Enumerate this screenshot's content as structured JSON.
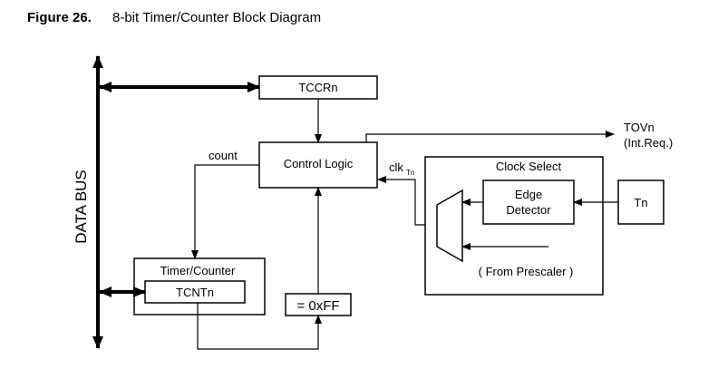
{
  "figure": {
    "number": "Figure 26.",
    "title": "8-bit Timer/Counter Block Diagram"
  },
  "blocks": {
    "data_bus": "DATA BUS",
    "tccr": "TCCRn",
    "control_logic": "Control Logic",
    "count": "count",
    "clk_main": "clk",
    "clk_sub": "Tn",
    "tov_line1": "TOVn",
    "tov_line2": "(Int.Req.)",
    "clock_select": "Clock Select",
    "edge_line1": "Edge",
    "edge_line2": "Detector",
    "tn": "Tn",
    "from_prescaler": "( From Prescaler )",
    "timer_counter": "Timer/Counter",
    "tcnt": "TCNTn",
    "compare": "= 0xFF"
  }
}
